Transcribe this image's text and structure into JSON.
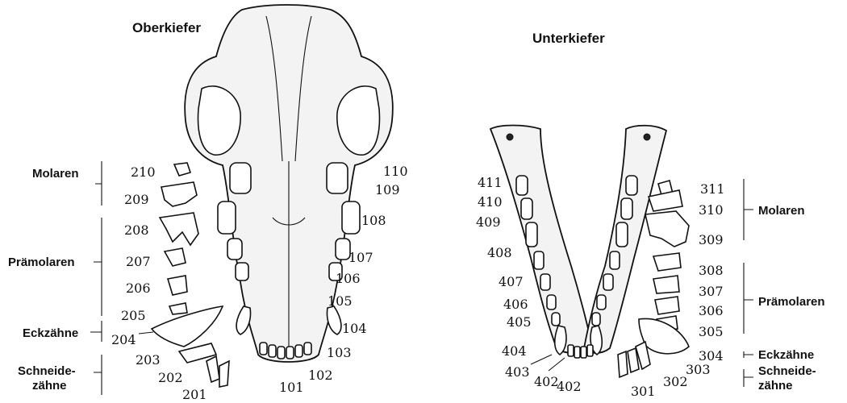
{
  "upper_jaw": {
    "title": "Oberkiefer",
    "groups": {
      "molars": "Molaren",
      "premolars": "Prämolaren",
      "canines": "Eckzähne",
      "incisors_line1": "Schneide-",
      "incisors_line2": "zähne"
    },
    "left_numbers": [
      "210",
      "209",
      "208",
      "207",
      "206",
      "205",
      "204",
      "203",
      "202",
      "201"
    ],
    "right_numbers": [
      "110",
      "109",
      "108",
      "107",
      "106",
      "105",
      "104",
      "103",
      "102",
      "101"
    ]
  },
  "lower_jaw": {
    "title": "Unterkiefer",
    "groups": {
      "molars": "Molaren",
      "premolars": "Prämolaren",
      "canines": "Eckzähne",
      "incisors_line1": "Schneide-",
      "incisors_line2": "zähne"
    },
    "left_numbers": [
      "411",
      "410",
      "409",
      "408",
      "407",
      "406",
      "405",
      "404",
      "403",
      "402",
      "402"
    ],
    "right_numbers": [
      "311",
      "310",
      "309",
      "308",
      "307",
      "306",
      "305",
      "304",
      "303",
      "302",
      "301"
    ]
  }
}
